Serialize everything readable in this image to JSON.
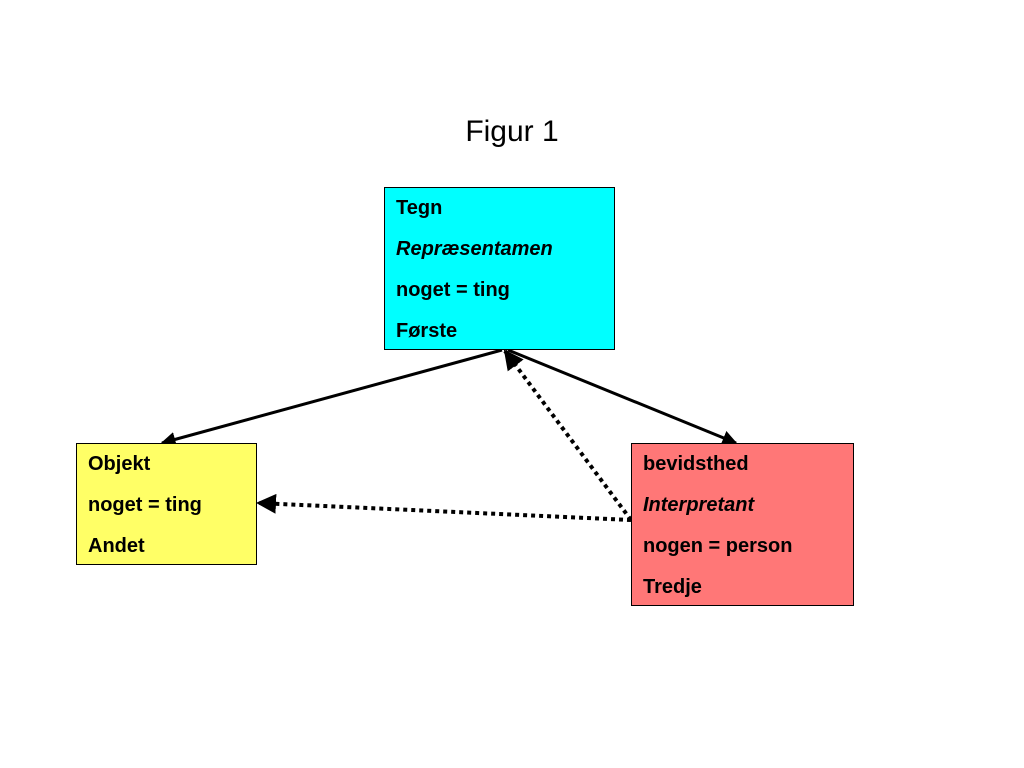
{
  "title": "Figur 1",
  "colors": {
    "tegn_box": "#00ffff",
    "objekt_box": "#ffff66",
    "interpretant_box": "#ff7777",
    "arrow": "#000000"
  },
  "boxes": {
    "tegn": {
      "lines": [
        "Tegn",
        "Repræsentamen",
        "noget = ting",
        "Første"
      ]
    },
    "objekt": {
      "lines": [
        "Objekt",
        "noget = ting",
        "Andet"
      ]
    },
    "interpretant": {
      "lines": [
        "bevidsthed",
        "Interpretant",
        "nogen = person",
        "Tredje"
      ]
    }
  },
  "arrows": [
    {
      "from": "tegn",
      "to": "objekt",
      "style": "solid"
    },
    {
      "from": "tegn",
      "to": "interpretant",
      "style": "solid"
    },
    {
      "from": "interpretant",
      "to": "objekt",
      "style": "dotted"
    },
    {
      "from": "interpretant",
      "to": "tegn",
      "style": "dotted"
    }
  ]
}
